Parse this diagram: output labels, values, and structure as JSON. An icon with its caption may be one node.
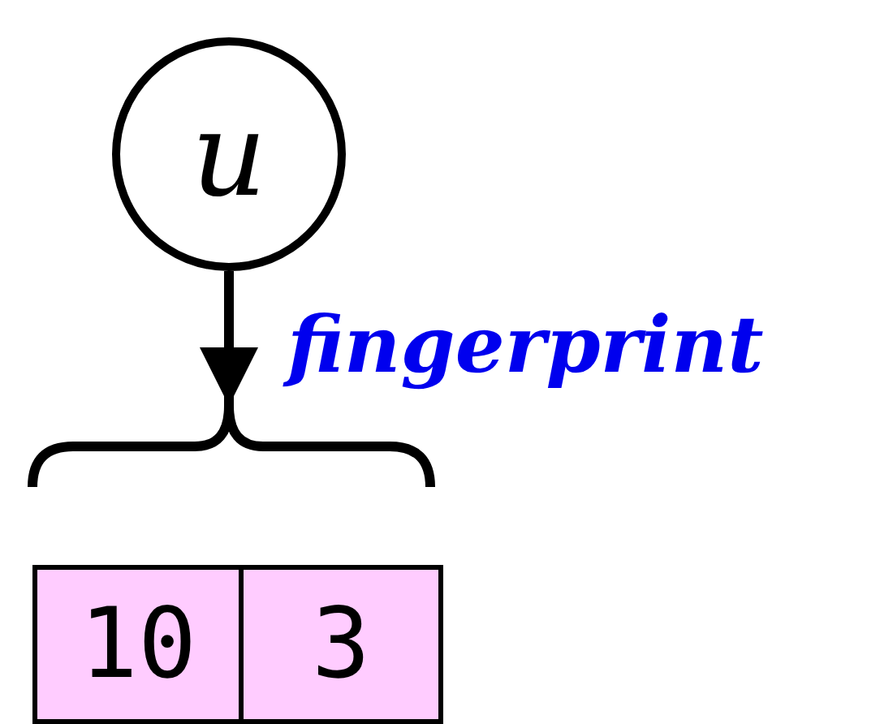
{
  "diagram": {
    "nodes": [
      {
        "text": [
          "u"
        ]
      },
      {
        "text": [],
        "shape": "brace"
      },
      {
        "text": [
          "10"
        ]
      },
      {
        "text": [
          "3"
        ]
      }
    ],
    "edges": [
      {
        "from": 0,
        "to": 1,
        "arrow": "to",
        "label": "fingerprint"
      }
    ]
  }
}
